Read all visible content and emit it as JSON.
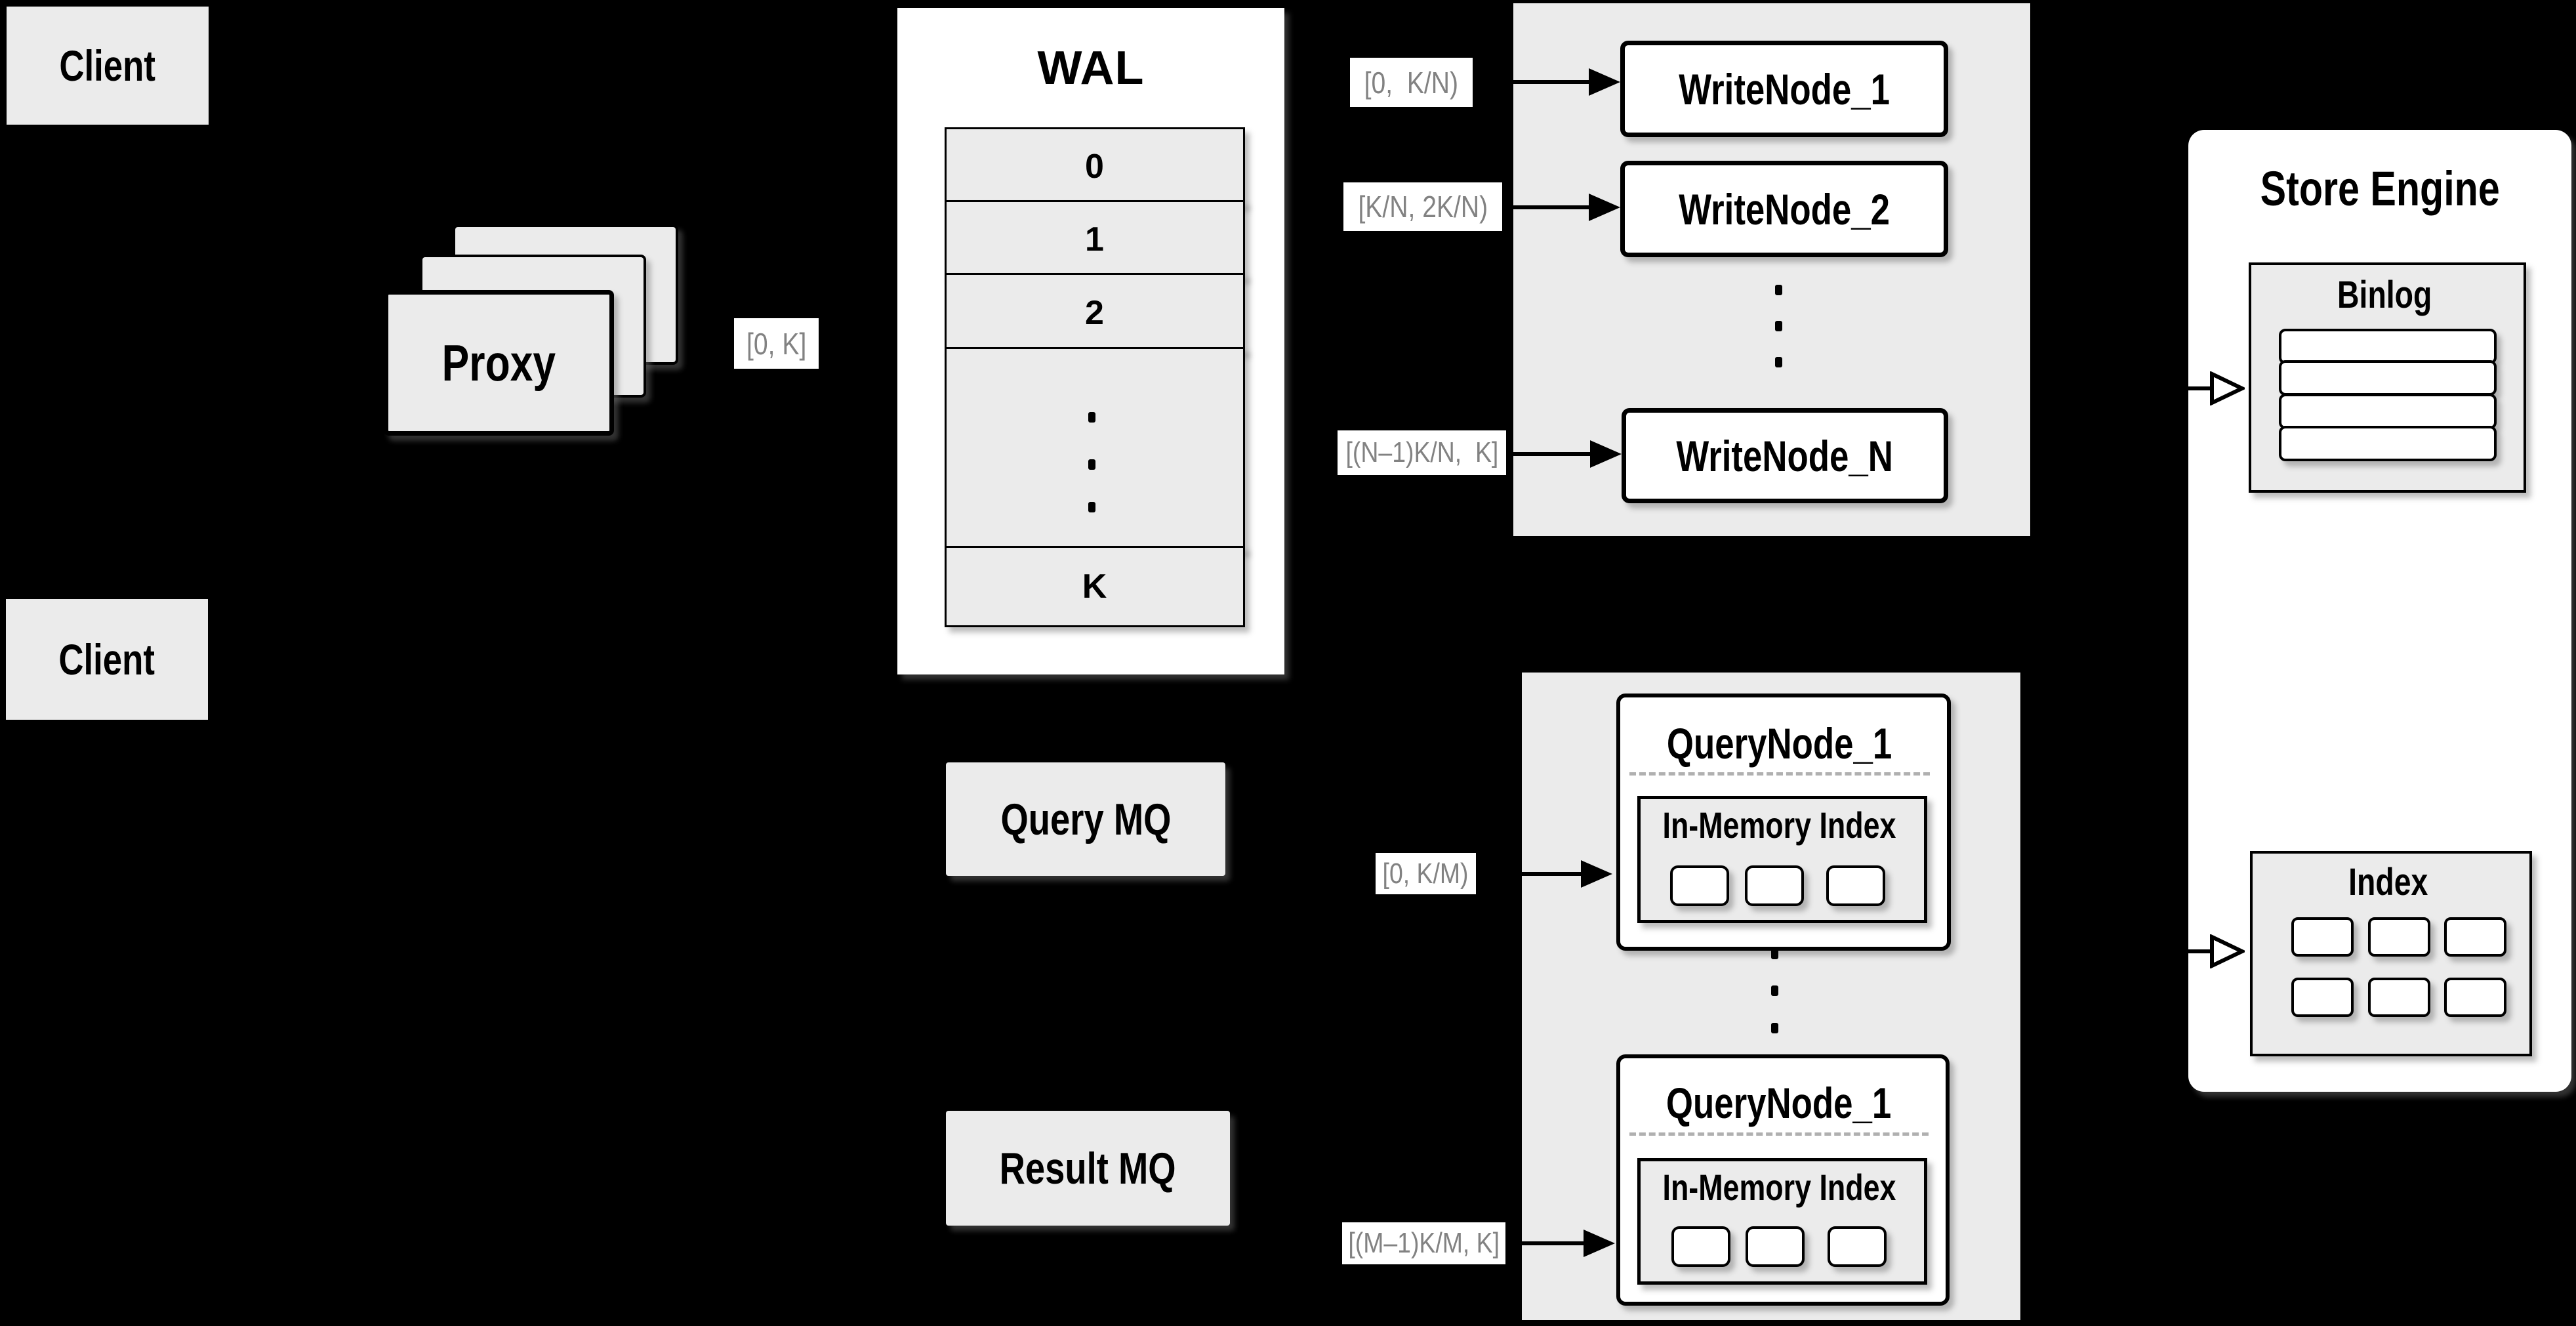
{
  "colors": {
    "background": "#000000",
    "panel_gray": "#ebebeb",
    "box_fill": "#ffffff",
    "stroke": "#000000",
    "range_label_text": "#828282"
  },
  "diagram": {
    "clients": [
      "Client",
      "Client"
    ],
    "proxy": {
      "label": "Proxy",
      "range": "[0, K]"
    },
    "wal": {
      "title": "WAL",
      "segments": [
        "0",
        "1",
        "2",
        "K"
      ]
    },
    "write": {
      "nodes": [
        "WriteNode_1",
        "WriteNode_2",
        "WriteNode_N"
      ],
      "ranges": [
        "[0,  K/N)",
        "[K/N, 2K/N)",
        "[(N–1)K/N,  K]"
      ]
    },
    "mq": {
      "query": "Query MQ",
      "result": "Result MQ"
    },
    "query": {
      "nodes": [
        {
          "title": "QueryNode_1",
          "inner": "In-Memory Index",
          "range": "[0, K/M)"
        },
        {
          "title": "QueryNode_1",
          "inner": "In-Memory Index",
          "range": "[(M–1)K/M, K]"
        }
      ]
    },
    "store": {
      "title": "Store Engine",
      "binlog": "Binlog",
      "index": "Index"
    }
  }
}
